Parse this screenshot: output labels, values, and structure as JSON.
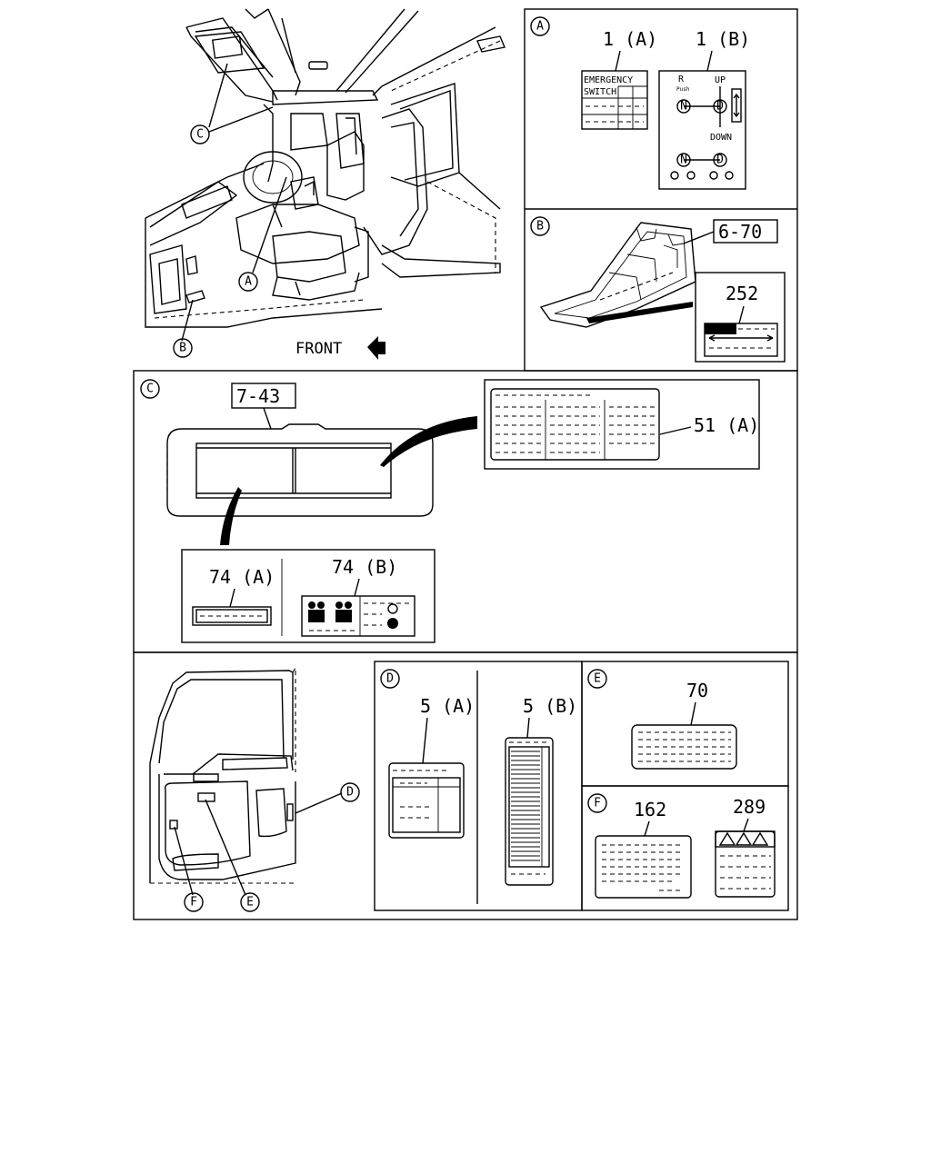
{
  "panels": {
    "A": {
      "letter": "A",
      "part1a": "1 (A)",
      "part1b": "1 (B)",
      "emergency_line1": "EMERGENCY",
      "emergency_line2": "SWITCH",
      "switch_r": "R",
      "switch_push": "Push",
      "switch_up": "UP",
      "switch_down": "DOWN",
      "switch_n": "N",
      "switch_d": "D"
    },
    "B": {
      "letter": "B",
      "part_670": "6-70",
      "part_252": "252"
    },
    "C": {
      "letter": "C",
      "part_743": "7-43",
      "part_51a": "51 (A)",
      "part_74a": "74 (A)",
      "part_74b": "74 (B)"
    },
    "D": {
      "letter": "D",
      "part_5a": "5 (A)",
      "part_5b": "5 (B)"
    },
    "E": {
      "letter": "E",
      "part_70": "70"
    },
    "F": {
      "letter": "F",
      "part_162": "162",
      "part_289": "289"
    }
  },
  "main_view": {
    "callout_a": "A",
    "callout_b": "B",
    "callout_c": "C",
    "front_label": "FRONT"
  },
  "door_view": {
    "callout_d": "D",
    "callout_e": "E",
    "callout_f": "F"
  }
}
